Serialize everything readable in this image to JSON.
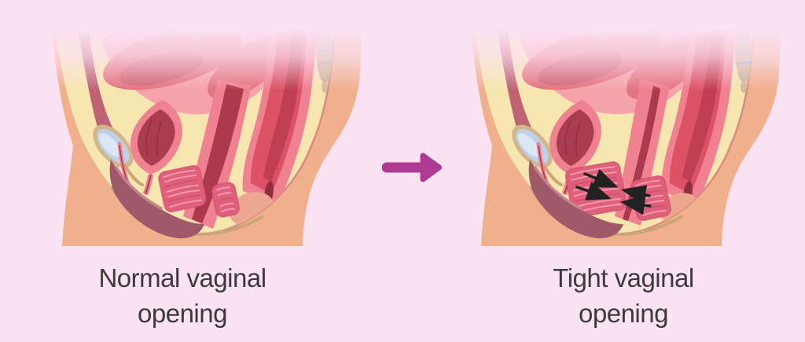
{
  "figure": {
    "name": "vaginal-opening-comparison-diagram",
    "kind": "medical sagittal cross-section illustration of female pelvis"
  },
  "background_color": "#fce3f3",
  "text_color": "#3e3a3c",
  "panels": [
    {
      "id": "normal",
      "variant": "normal",
      "caption_line1": "Normal vaginal",
      "caption_line2": "opening"
    },
    {
      "id": "tight",
      "variant": "tight",
      "caption_line1": "Tight vaginal",
      "caption_line2": "opening"
    }
  ],
  "transition_arrow": {
    "icon": "right-arrow-icon",
    "color": "#ae3a92"
  },
  "annotation_arrows": {
    "color": "#222222",
    "count": 4,
    "meaning": "pelvic muscles pressing the vaginal canal closed"
  },
  "illustration": {
    "name": "female-pelvis-sagittal-section",
    "colors": {
      "skin": "#f1b08d",
      "interior": "#f8e6b0",
      "interior_edge": "#d2837b",
      "uterus_light": "#f5a2ab",
      "uterus": "#e4737f",
      "uterus_deep": "#d06573",
      "ab_muscle": "#bf6273",
      "tendon": "#c9a77b",
      "bone_rim": "#d2b78b",
      "bone_blue": "#bdd1ea",
      "bone_blue_hi": "#dce7f6",
      "bladder_inner": "#a93c50",
      "bladder_line": "#8f2f42",
      "canal_wall": "#ef8191",
      "canal_lumen": "#ad3a4c",
      "organ_red": "#dc5164",
      "organ_red_dark": "#c03e52",
      "anus": "#8f2e3f",
      "muscle": "#e05f7d",
      "muscle_stripe": "#f2a0b0",
      "muscle_dark": "#c74a66",
      "labia": "#9f5968",
      "labia_hi": "#c4848e",
      "perineum_skin": "#eda68f",
      "sacrum": "#cbb494",
      "sacrum_line": "#94a3be"
    }
  }
}
